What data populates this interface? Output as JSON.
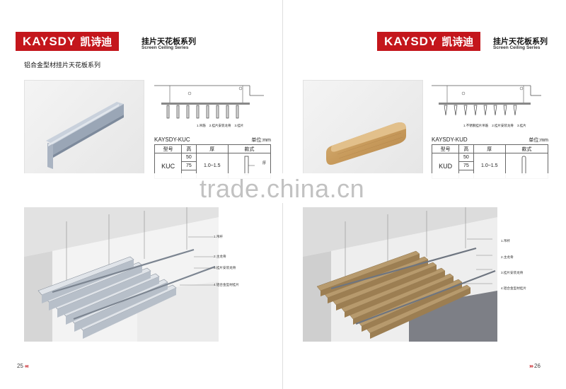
{
  "brand": {
    "name": "KAYSDY",
    "name_cn": "凯诗迪",
    "color": "#c4161c"
  },
  "series": {
    "title_cn": "挂片天花板系列",
    "title_en": "Screen Ceiling Series"
  },
  "left_page": {
    "section_title": "铝合金型材挂片天花板系列",
    "model": "KAYSDY-KUC",
    "unit": "单位:mm",
    "legend": [
      "1.吊筋",
      "2.挂片安装龙骨",
      "3.挂片"
    ],
    "table": {
      "headers": [
        "型号",
        "高",
        "厚",
        "款式"
      ],
      "model_cell": "KUC",
      "heights": [
        "50",
        "75"
      ],
      "thickness": "1.0~1.5",
      "profile_label": "厚"
    },
    "callouts": [
      "1.吊杆",
      "2.主龙骨",
      "3.挂片安装龙骨",
      "4.铝合金型材挂片"
    ],
    "page_number": "25",
    "page_chevrons": "‹‹‹"
  },
  "right_page": {
    "model": "KAYSDY-KUD",
    "unit": "单位:mm",
    "legend": [
      "1.不锈钢挂片吊筋",
      "2.挂片安装龙骨",
      "3.挂片"
    ],
    "table": {
      "headers": [
        "型号",
        "高",
        "厚",
        "款式"
      ],
      "model_cell": "KUD",
      "heights": [
        "50",
        "75"
      ],
      "thickness": "1.0~1.5"
    },
    "callouts": [
      "1.吊杆",
      "2.主龙骨",
      "3.挂片安装龙骨",
      "4.铝合金型材挂片"
    ],
    "page_number": "26",
    "page_chevrons": "›››"
  },
  "watermark": "trade.china.cn"
}
